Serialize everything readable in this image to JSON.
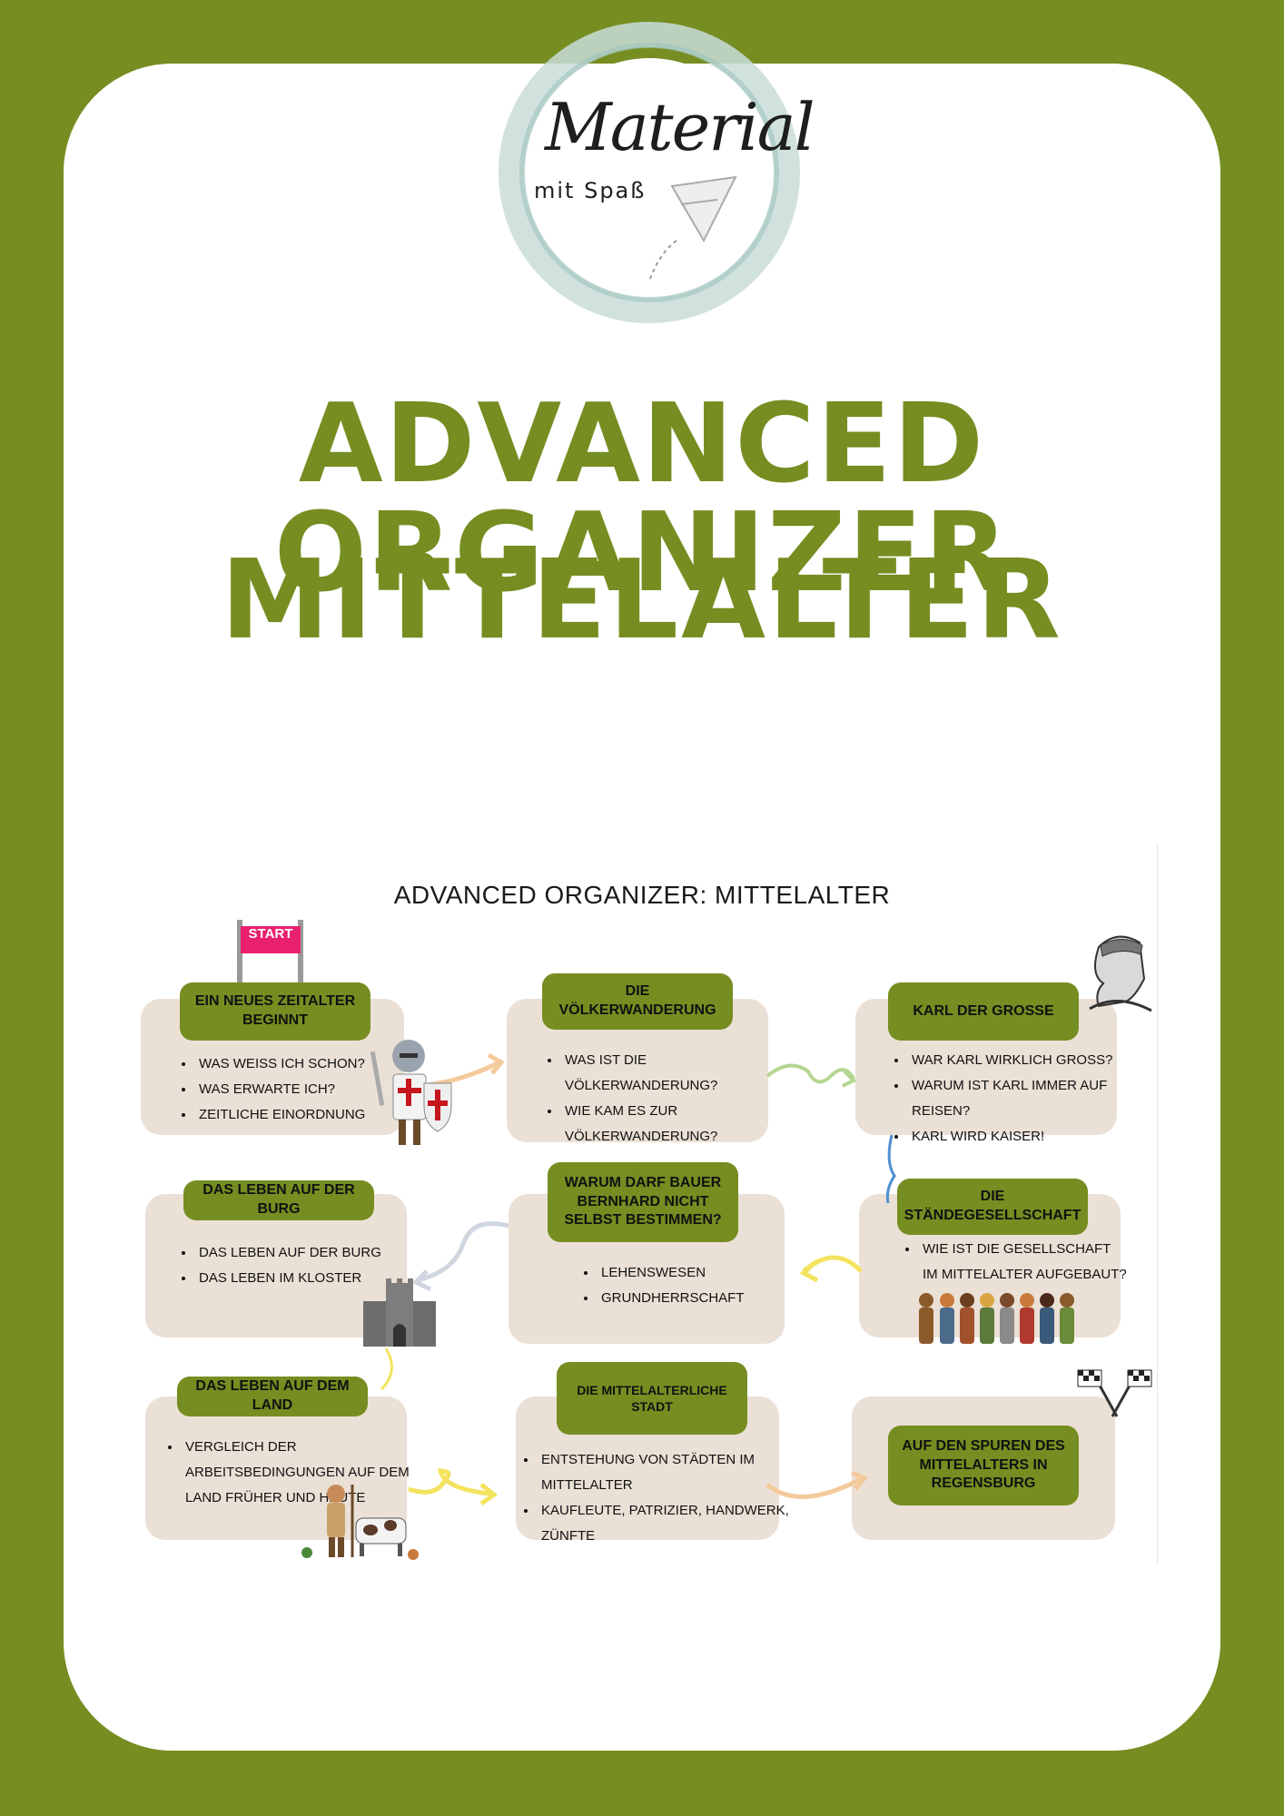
{
  "logo": {
    "script": "Material",
    "sub": "mit Spaß"
  },
  "title": {
    "line1": "ADVANCED ORGANIZER",
    "line2": "MITTELALTER"
  },
  "organizer": {
    "heading": "ADVANCED ORGANIZER: MITTELALTER",
    "start_label": "START",
    "boxes": [
      {
        "head": "EIN NEUES ZEITALTER BEGINNT",
        "items": [
          "WAS WEIß ICH SCHON?",
          "WAS ERWARTE ICH?",
          "ZEITLICHE EINORDNUNG"
        ]
      },
      {
        "head": "DIE VÖLKERWANDERUNG",
        "items": [
          "WAS IST DIE VÖLKERWANDERUNG?",
          "WIE KAM ES ZUR VÖLKERWANDERUNG?"
        ]
      },
      {
        "head": "KARL DER GROSSE",
        "items": [
          "WAR KARL WIRKLICH GROß?",
          "WARUM IST KARL IMMER AUF REISEN?",
          "KARL WIRD KAISER!"
        ]
      },
      {
        "head": "DAS LEBEN AUF DER BURG",
        "items": [
          "DAS LEBEN AUF DER BURG",
          "DAS LEBEN IM KLOSTER"
        ]
      },
      {
        "head": "WARUM DARF BAUER BERNHARD NICHT SELBST BESTIMMEN?",
        "items": [
          "LEHENSWESEN",
          "GRUNDHERRSCHAFT"
        ]
      },
      {
        "head": "DIE STÄNDEGESELLSCHAFT",
        "items": [
          "WIE IST DIE GESELLSCHAFT IM MITTELALTER AUFGEBAUT?"
        ]
      },
      {
        "head": "DAS LEBEN AUF DEM LAND",
        "items": [
          "VERGLEICH DER ARBEITSBEDINGUNGEN AUF DEM LAND FRÜHER UND HEUTE"
        ]
      },
      {
        "head": "DIE MITTELALTERLICHE STADT",
        "items": [
          "ENTSTEHUNG VON STÄDTEN IM MITTELALTER",
          "KAUFLEUTE, PATRIZIER, HANDWERK, ZÜNFTE"
        ]
      },
      {
        "head": "AUF DEN SPUREN DES MITTELALTERS IN REGENSBURG",
        "items": []
      }
    ]
  },
  "colors": {
    "background": "#768d21",
    "accent": "#768d21",
    "box": "#ebe0d6",
    "start_banner": "#e8206e"
  }
}
